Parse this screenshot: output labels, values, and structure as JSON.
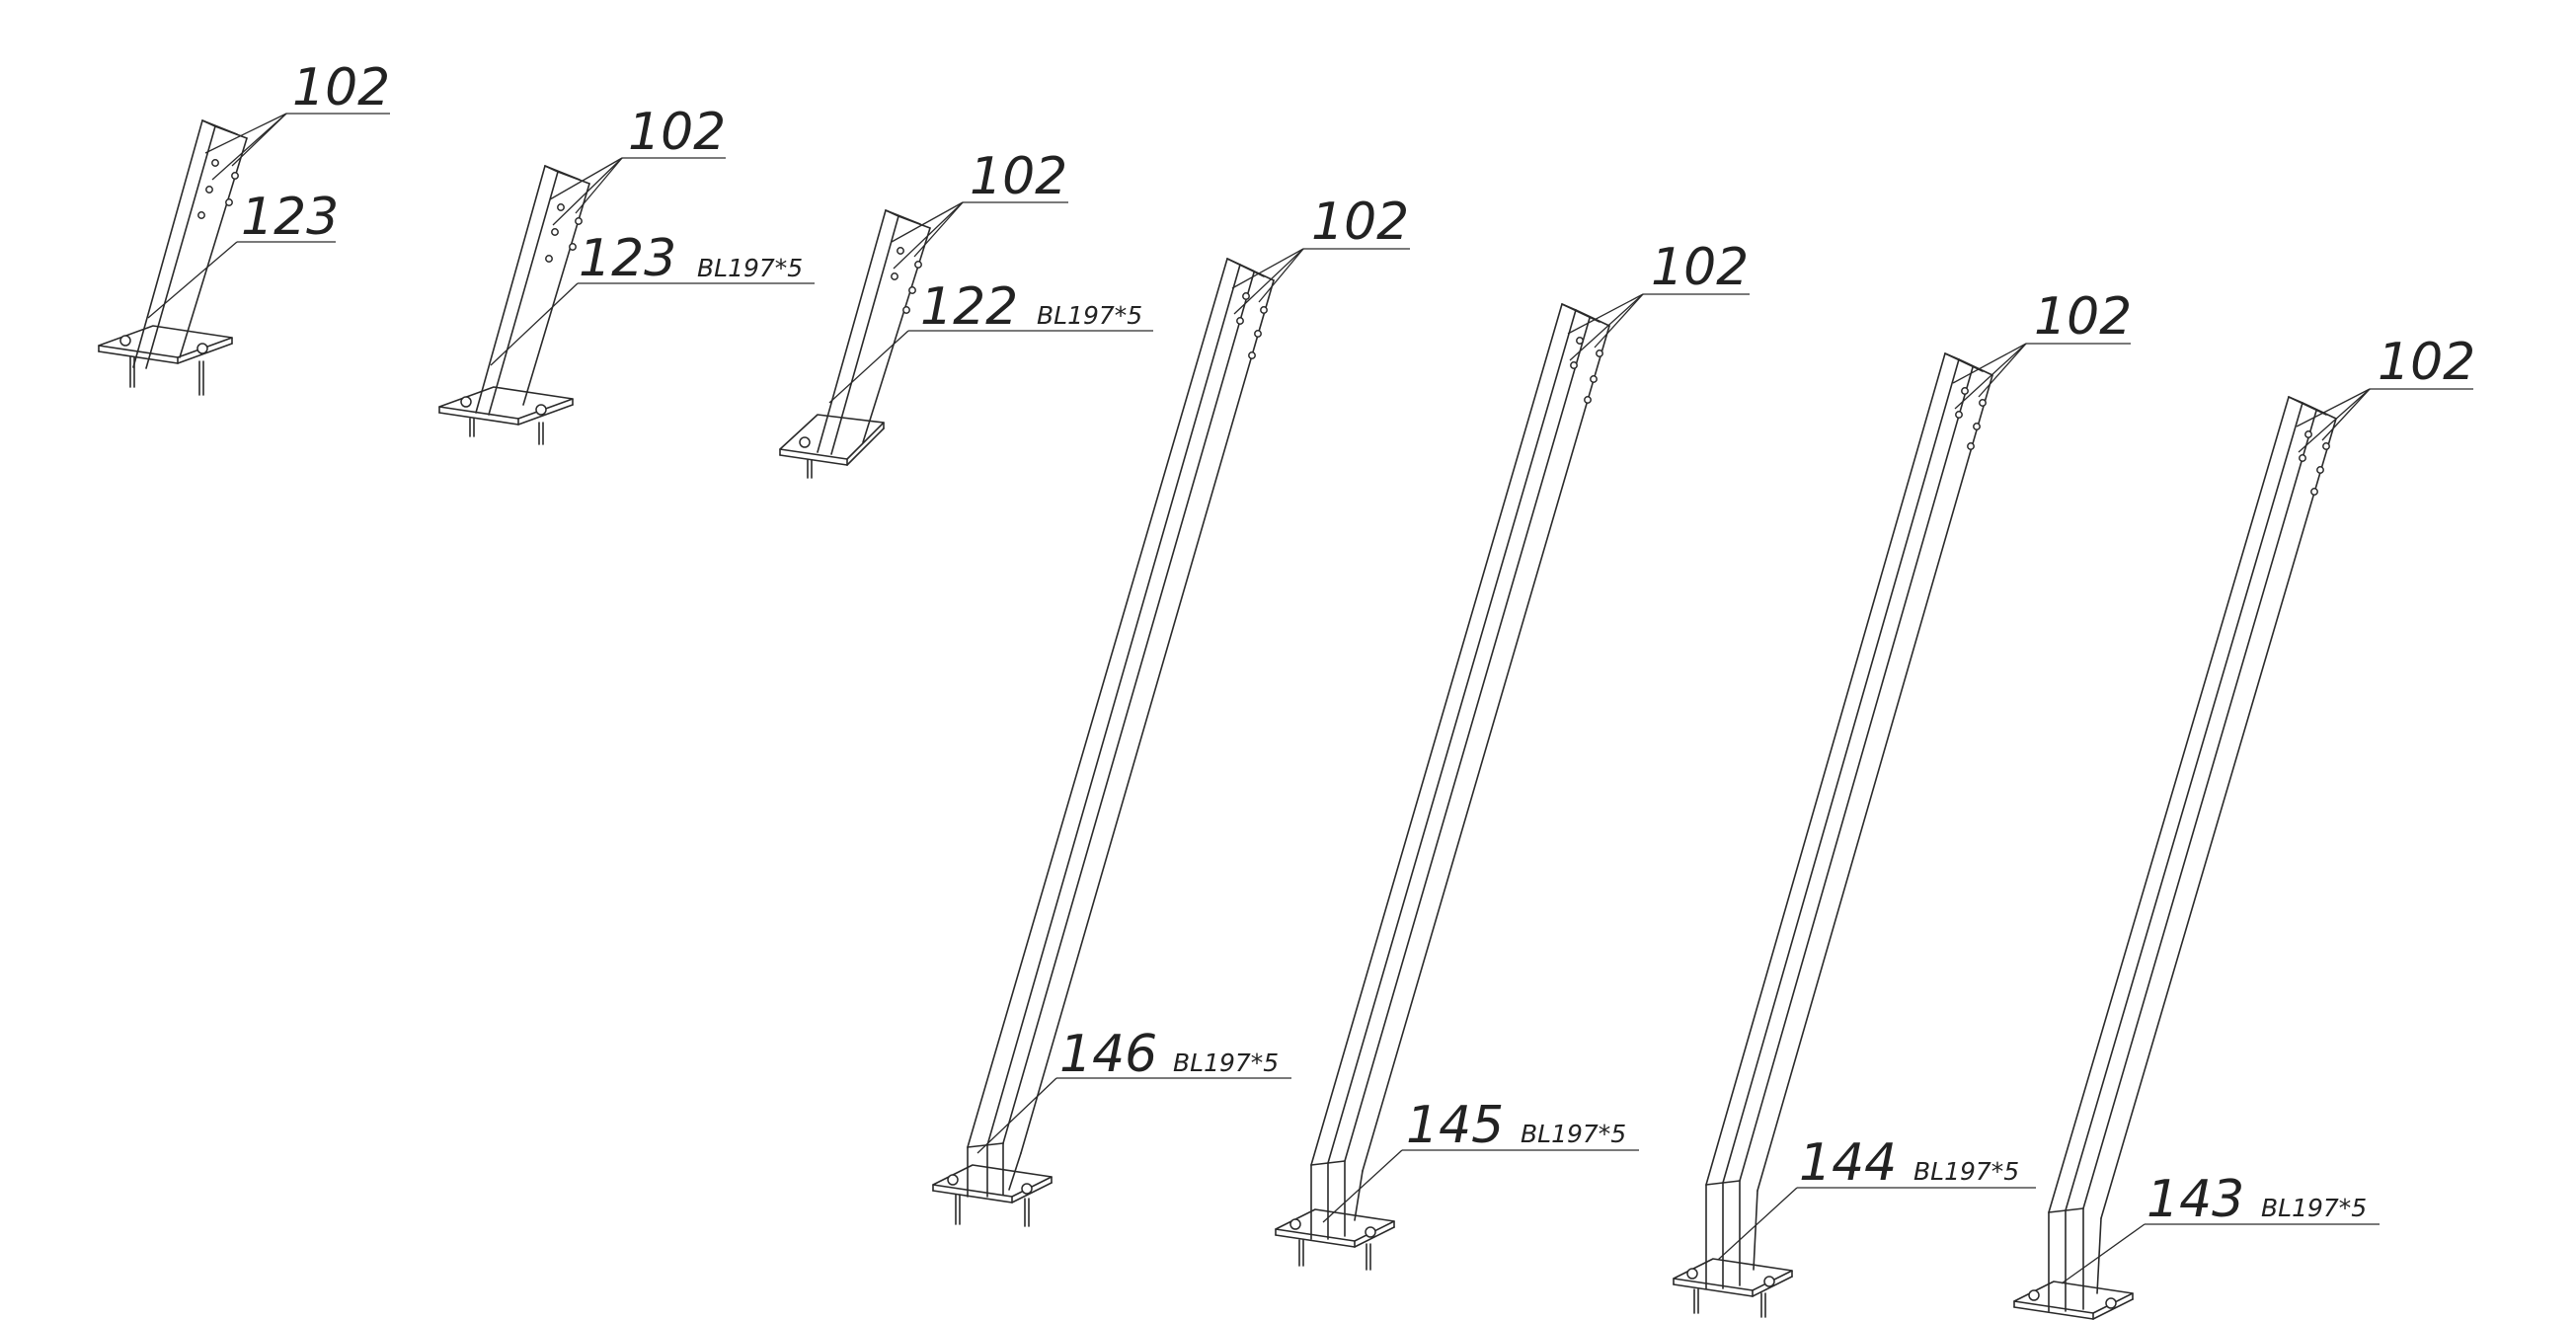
{
  "drawing": {
    "posts": [
      {
        "top_label": "102",
        "part_label": "123",
        "spec": ""
      },
      {
        "top_label": "102",
        "part_label": "123",
        "spec": "BL197*5"
      },
      {
        "top_label": "102",
        "part_label": "122",
        "spec": "BL197*5"
      },
      {
        "top_label": "102",
        "part_label": "146",
        "spec": "BL197*5"
      },
      {
        "top_label": "102",
        "part_label": "145",
        "spec": "BL197*5"
      },
      {
        "top_label": "102",
        "part_label": "144",
        "spec": "BL197*5"
      },
      {
        "top_label": "102",
        "part_label": "143",
        "spec": "BL197*5"
      }
    ]
  }
}
